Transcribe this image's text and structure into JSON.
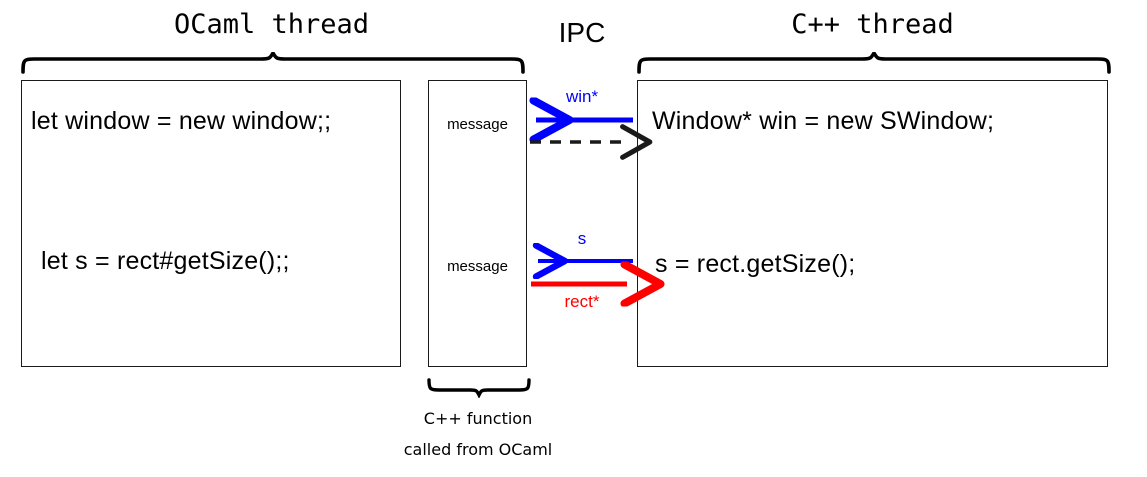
{
  "diagram": {
    "title_left": "OCaml thread",
    "title_center": "IPC",
    "title_right": "C++ thread",
    "ocaml_box": {
      "lines": [
        "let window = new window;;",
        "let s = rect#getSize();;"
      ]
    },
    "message_box": {
      "labels": [
        "message",
        "message"
      ]
    },
    "cpp_box": {
      "lines": [
        "Window* win = new SWindow;",
        "s = rect.getSize();"
      ]
    },
    "arrows": [
      {
        "name": "win-return-arrow",
        "label": "win*",
        "direction": "left",
        "color": "#0000ff",
        "style": "solid"
      },
      {
        "name": "window-call-arrow",
        "label": "",
        "direction": "right",
        "color": "#1a1a1a",
        "style": "dashed"
      },
      {
        "name": "size-return-arrow",
        "label": "s",
        "direction": "left",
        "color": "#0000ff",
        "style": "solid"
      },
      {
        "name": "rect-call-arrow",
        "label": "rect*",
        "direction": "right",
        "color": "#ff0000",
        "style": "solid"
      }
    ],
    "caption": {
      "line1": "C++ function",
      "line2": "called from OCaml"
    },
    "colors": {
      "blue": "#0000ff",
      "red": "#ff0000",
      "black": "#000000",
      "box_border": "#1a1a1a",
      "background": "#ffffff"
    }
  }
}
